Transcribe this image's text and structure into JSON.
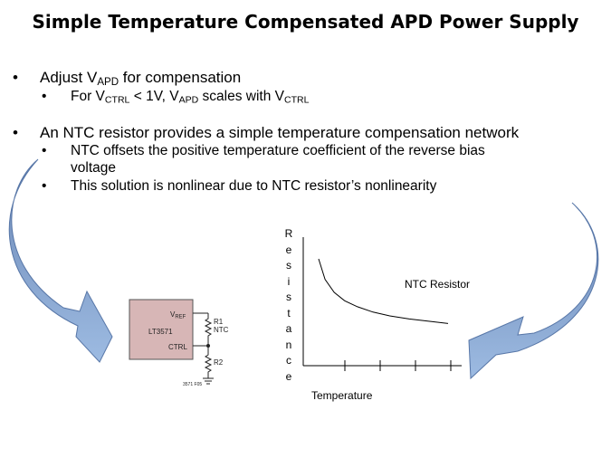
{
  "title": "Simple Temperature Compensated APD Power Supply",
  "bullets": [
    {
      "parts": [
        "Adjust V",
        "APD",
        " for compensation"
      ],
      "sub": [
        {
          "parts": [
            "For V",
            "CTRL",
            " < 1V, V",
            "APD",
            " scales with V",
            "CTRL"
          ]
        }
      ]
    },
    {
      "text": "An NTC resistor provides a simple temperature compensation network",
      "sub": [
        {
          "line1": "NTC offsets the positive temperature coefficient of the reverse bias",
          "line2": "voltage"
        },
        {
          "text": "This solution is nonlinear due to NTC resistor’s nonlinearity"
        }
      ]
    }
  ],
  "bullet_glyph": "•",
  "schematic": {
    "chip_label": "LT3571",
    "vref_main": "V",
    "vref_sub": "REF",
    "ctrl_label": "CTRL",
    "r1_label": "R1",
    "ntc_label": "NTC",
    "r2_label": "R2",
    "fig_label": "3571 F05",
    "chip_color": "#d7b6b6"
  },
  "chart_data": {
    "type": "line",
    "ylabel": "Resistance",
    "ylabel_letters": [
      "R",
      "e",
      "s",
      "i",
      "s",
      "t",
      "a",
      "n",
      "c",
      "e"
    ],
    "xlabel": "Temperature",
    "annotation": "NTC Resistor",
    "x_tick_count": 4,
    "series": [
      {
        "x": [
          0.0,
          0.05,
          0.12,
          0.2,
          0.3,
          0.42,
          0.55,
          0.7,
          0.85,
          1.0
        ],
        "y": [
          1.0,
          0.73,
          0.56,
          0.45,
          0.37,
          0.3,
          0.25,
          0.21,
          0.18,
          0.15
        ]
      }
    ],
    "line_color": "#000000"
  },
  "arrow_color": "#6f8fbf"
}
